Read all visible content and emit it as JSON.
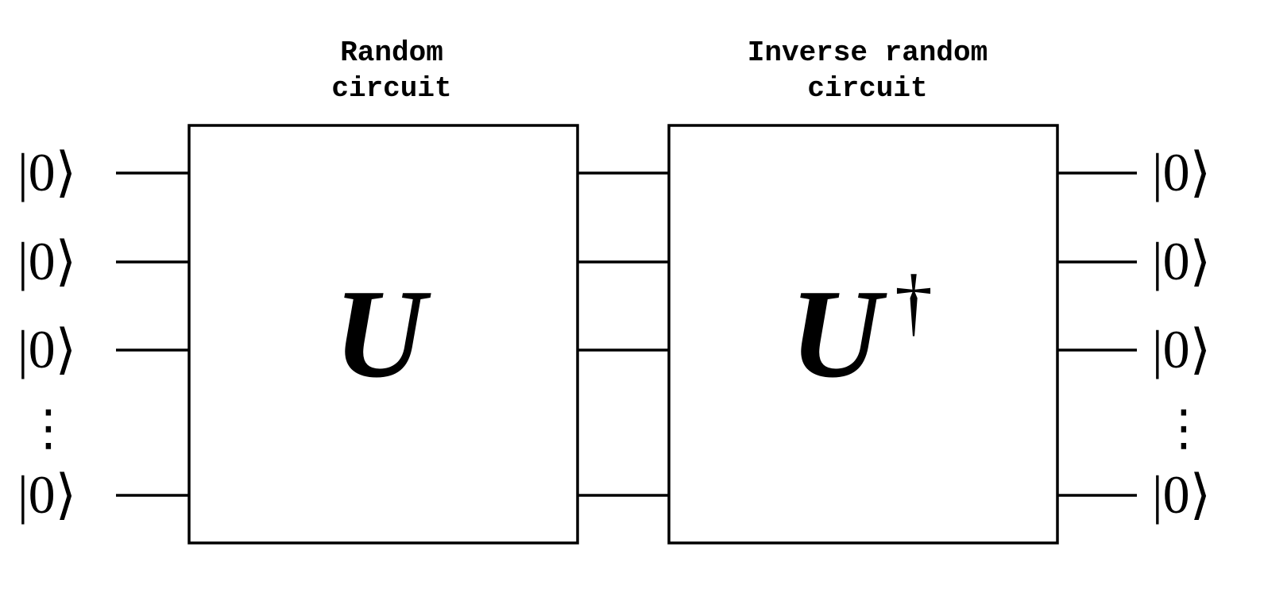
{
  "inputs": [
    "|0⟩",
    "|0⟩",
    "|0⟩",
    "|0⟩"
  ],
  "outputs": [
    "|0⟩",
    "|0⟩",
    "|0⟩",
    "|0⟩"
  ],
  "ellipsis": "⋮",
  "blocks": [
    {
      "title_lines": [
        "Random",
        "circuit"
      ],
      "symbol": "U",
      "superscript": ""
    },
    {
      "title_lines": [
        "Inverse random",
        "circuit"
      ],
      "symbol": "U",
      "superscript": "†"
    }
  ]
}
